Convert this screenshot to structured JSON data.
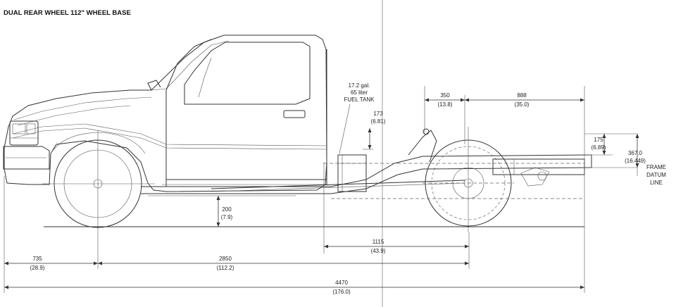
{
  "title": "DUAL REAR WHEEL 112\" WHEEL BASE",
  "fuel_tank": {
    "line1": "17.2 gal.",
    "line2": "65 liter",
    "line3": "FUEL TANK"
  },
  "dimensions": {
    "d350": {
      "mm": "350",
      "in": "(13.8)"
    },
    "d888": {
      "mm": "888",
      "in": "(35.0)"
    },
    "d173": {
      "mm": "173",
      "in": "(6.81)"
    },
    "d175": {
      "mm": "175",
      "in": "(6.89)"
    },
    "d367": {
      "mm": "367.0",
      "in": "(16.449)"
    },
    "d200": {
      "mm": "200",
      "in": "(7.9)"
    },
    "d1115": {
      "mm": "1115",
      "in": "(43.9)"
    },
    "d735": {
      "mm": "735",
      "in": "(28.9)"
    },
    "d2850": {
      "mm": "2850",
      "in": "(112.2)"
    },
    "d4470": {
      "mm": "4470",
      "in": "(176.0)"
    }
  },
  "frame_datum": {
    "line1": "FRAME",
    "line2": "DATUM",
    "line3": "LINE"
  }
}
